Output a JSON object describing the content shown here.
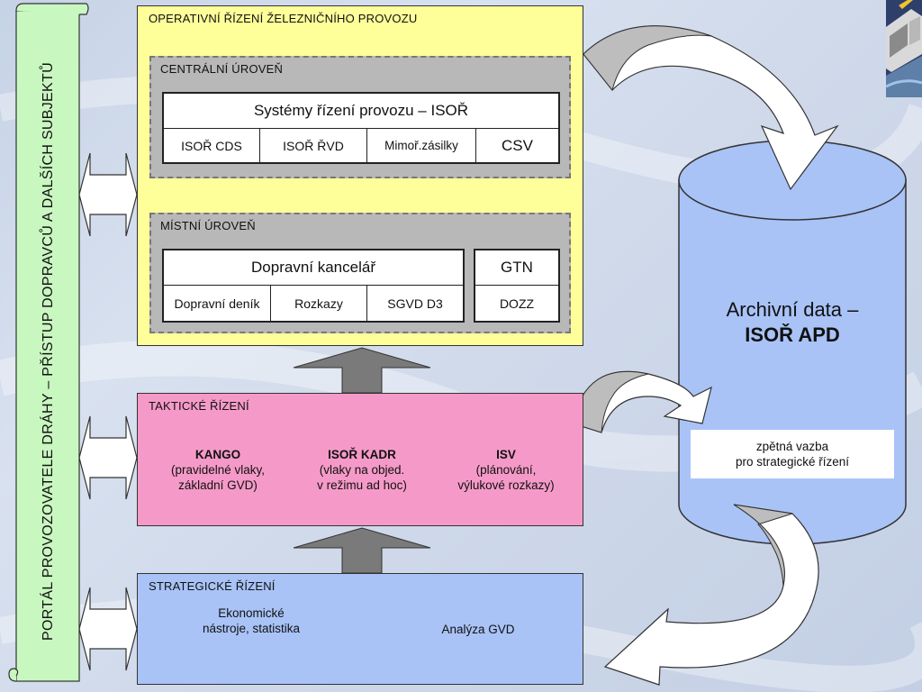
{
  "portal": {
    "label": "PORTÁL PROVOZOVATELE DRÁHY – PŘÍSTUP DOPRAVCŮ A DALŠÍCH SUBJEKTŮ"
  },
  "operational": {
    "title": "OPERATIVNÍ ŘÍZENÍ ŽELEZNIČNÍHO PROVOZU",
    "central": {
      "title": "CENTRÁLNÍ ÚROVEŇ",
      "header": "Systémy řízení provozu – ISOŘ",
      "cells": [
        "ISOŘ CDS",
        "ISOŘ ŘVD",
        "Mimoř.zásilky",
        "CSV"
      ]
    },
    "local": {
      "title": "MÍSTNÍ ÚROVEŇ",
      "header": "Dopravní kancelář",
      "cells": [
        "Dopravní deník",
        "Rozkazy",
        "SGVD D3"
      ],
      "side_header": "GTN",
      "side_cell": "DOZZ"
    }
  },
  "tactical": {
    "title": "TAKTICKÉ ŘÍZENÍ",
    "cards": [
      {
        "name": "KANGO",
        "line1": "(pravidelné vlaky,",
        "line2": "základní GVD)"
      },
      {
        "name": "ISOŘ KADR",
        "line1": "(vlaky na objed.",
        "line2": "v režimu ad hoc)"
      },
      {
        "name": "ISV",
        "line1": "(plánování,",
        "line2": "výlukové rozkazy)"
      }
    ]
  },
  "strategic": {
    "title": "STRATEGICKÉ ŘÍZENÍ",
    "banners": [
      {
        "line1": "Ekonomické",
        "line2": "nástroje, statistika"
      },
      {
        "line1": "Analýza GVD",
        "line2": ""
      }
    ]
  },
  "archive": {
    "title_line1": "Archivní data –",
    "title_line2": "ISOŘ APD",
    "feedback_line1": "zpětná vazba",
    "feedback_line2": "pro strategické řízení"
  },
  "colors": {
    "portal_fill": "#c9f7c0",
    "operational_fill": "#ffff9a",
    "level_fill": "#b8b8b8",
    "tactical_fill": "#f59ac8",
    "strategic_fill": "#a9c3f7",
    "cylinder_fill": "#a9c3f7",
    "arrow_gray": "#7a7a7a"
  }
}
